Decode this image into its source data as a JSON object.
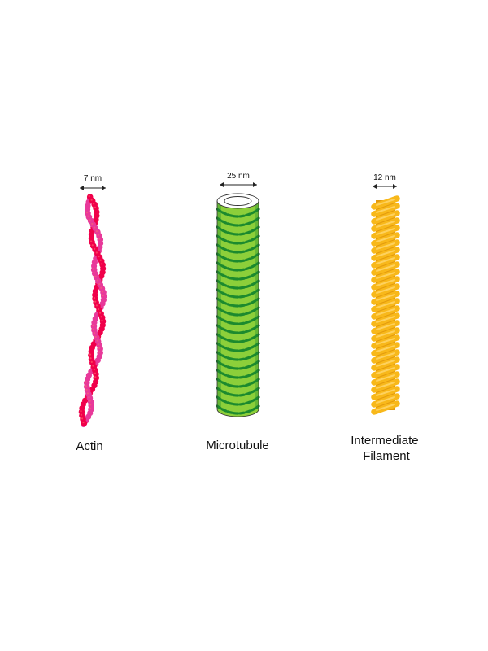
{
  "filaments": [
    {
      "id": "actin",
      "name_lines": [
        "Actin"
      ],
      "diameter_label": "7 nm",
      "colors": {
        "strand_a": "#f0004a",
        "strand_b": "#e8399a",
        "highlight": "#ff6a6a"
      }
    },
    {
      "id": "microtubule",
      "name_lines": [
        "Microtubule"
      ],
      "diameter_label": "25 nm",
      "colors": {
        "light": "#8ccf3a",
        "dark": "#1c8a2e",
        "outline": "#333333"
      }
    },
    {
      "id": "intermediate-filament",
      "name_lines": [
        "Intermediate",
        "Filament"
      ],
      "diameter_label": "12 nm",
      "colors": {
        "fill": "#f8b81a",
        "highlight": "#ffd56a",
        "shade": "#e39a0d"
      }
    }
  ],
  "colors": {
    "background": "#ffffff",
    "text": "#111111",
    "arrow": "#222222"
  }
}
